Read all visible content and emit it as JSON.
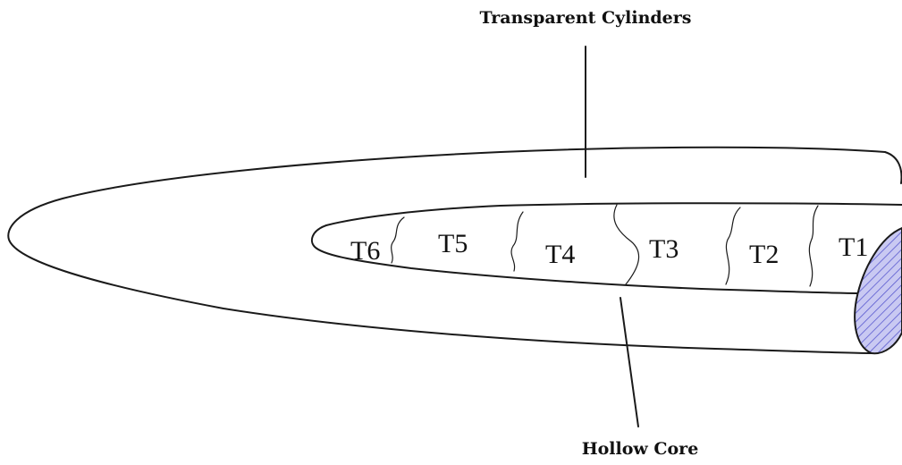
{
  "labels": {
    "top": "Transparent Cylinders",
    "bottom": "Hollow Core"
  },
  "segments": [
    "T6",
    "T5",
    "T4",
    "T3",
    "T2",
    "T1"
  ],
  "colors": {
    "outline": "#1a1a1a",
    "cut_face_fill": "#c9c9f2",
    "hatch": "#5a5ad0"
  }
}
